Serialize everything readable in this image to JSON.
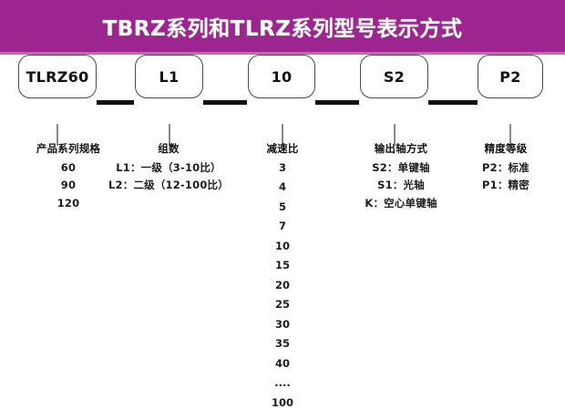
{
  "banner": {
    "title": "TBRZ系列和TLRZ系列型号表示方式",
    "background_color": "#9d2590",
    "underline_color": "#c864b4",
    "text_color": "#ffffff"
  },
  "diagram": {
    "boxes": [
      {
        "label": "TLRZ60",
        "name": "series-code-box"
      },
      {
        "label": "L1",
        "name": "stage-code-box"
      },
      {
        "label": "10",
        "name": "ratio-code-box"
      },
      {
        "label": "S2",
        "name": "shaft-code-box"
      },
      {
        "label": "P2",
        "name": "precision-code-box"
      }
    ],
    "columns": [
      {
        "header": "产品系列规格",
        "entries": [
          "60",
          "90",
          "120"
        ]
      },
      {
        "header": "组数",
        "entries": [
          "L1：一级（3-10比）",
          "L2：二级（12-100比）"
        ]
      },
      {
        "header": "减速比",
        "entries": [
          "3",
          "4",
          "5",
          "7",
          "10",
          "15",
          "20",
          "25",
          "30",
          "35",
          "40",
          "....",
          "100"
        ]
      },
      {
        "header": "输出轴方式",
        "entries": [
          "S2：单键轴",
          "S1：光轴",
          "K：空心单键轴"
        ]
      },
      {
        "header": "精度等级",
        "entries": [
          "P2：标准",
          "P1：精密"
        ]
      }
    ]
  }
}
